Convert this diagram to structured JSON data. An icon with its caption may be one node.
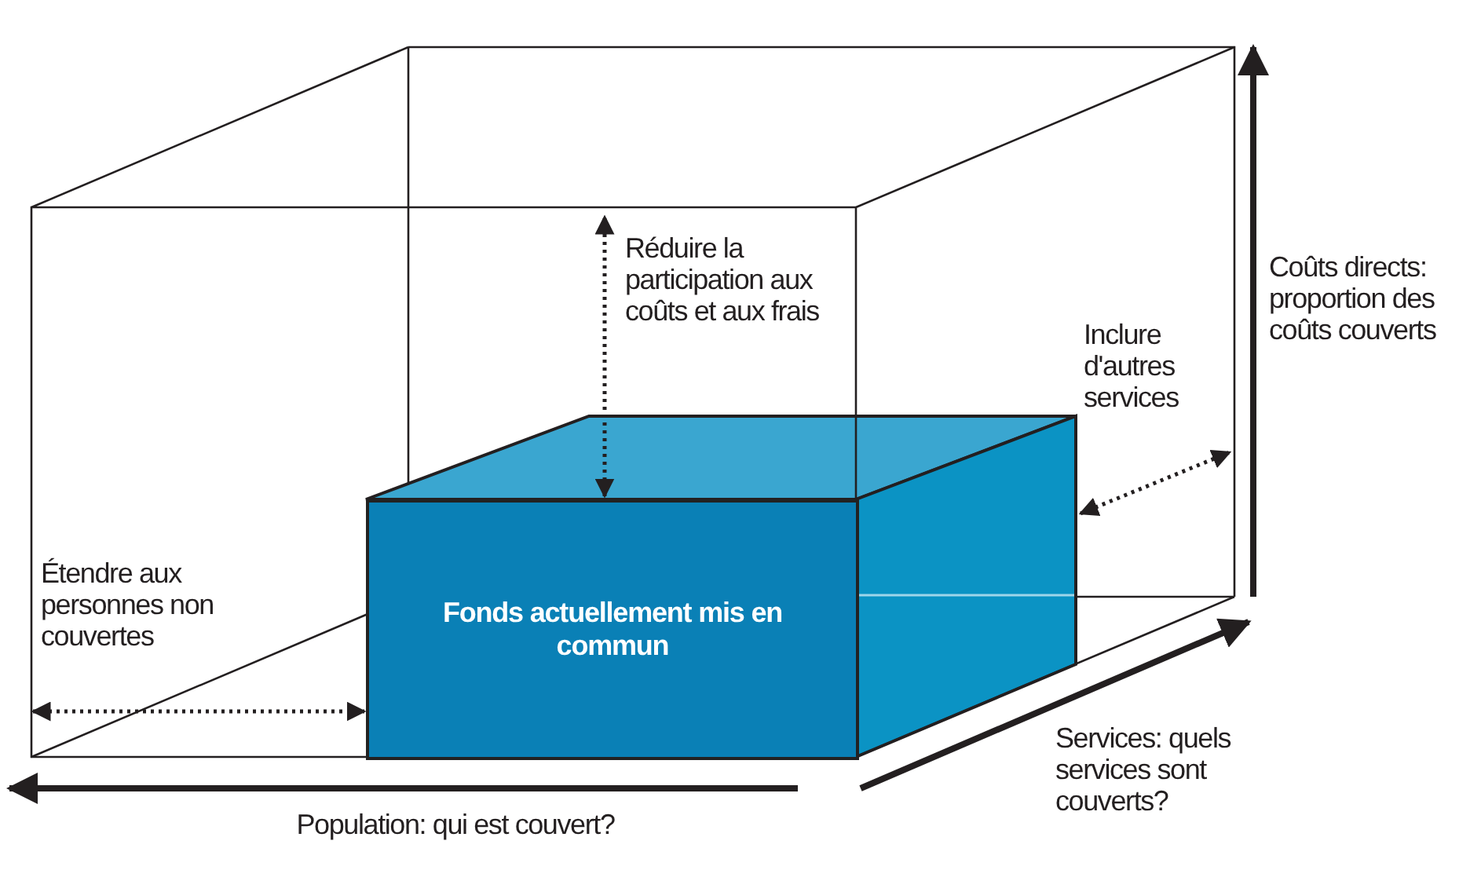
{
  "diagram": {
    "nodes": [
      {
        "text": [
          "Fonds actuellement mis en commun"
        ]
      }
    ],
    "labels": [
      "Réduire la participation aux coûts et aux frais",
      "Inclure d'autres services",
      "Coûts directs: proportion des coûts couverts",
      "Étendre aux personnes non couvertes",
      "Services: quels services sont couverts?",
      "Population: qui est couvert?"
    ]
  }
}
